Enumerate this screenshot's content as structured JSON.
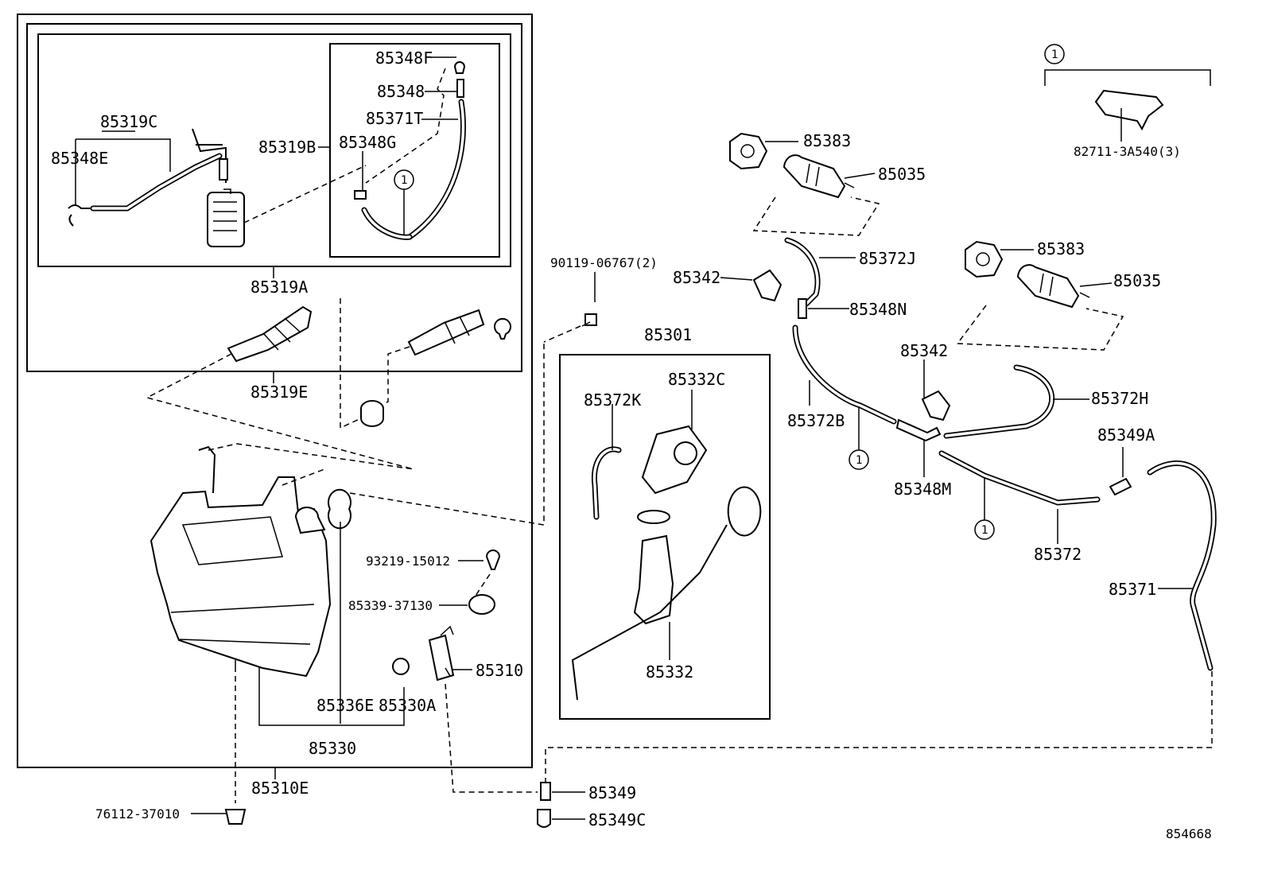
{
  "parts": {
    "p85348F": "85348F",
    "p85348": "85348",
    "p85371T": "85371T",
    "p85319C": "85319C",
    "p85319B": "85319B",
    "p85348G": "85348G",
    "p85348E": "85348E",
    "p85319A": "85319A",
    "p85319E": "85319E",
    "p90119": "90119-06767(2)",
    "p85301": "85301",
    "p85372K": "85372K",
    "p85332C": "85332C",
    "p85332": "85332",
    "p93219": "93219-15012",
    "p85339": "85339-37130",
    "p85310": "85310",
    "p85336E": "85336E",
    "p85330A": "85330A",
    "p85330": "85330",
    "p85310E": "85310E",
    "p76112": "76112-37010",
    "p85349": "85349",
    "p85349C": "85349C",
    "p85383a": "85383",
    "p85035a": "85035",
    "p85342a": "85342",
    "p85372J": "85372J",
    "p85348N": "85348N",
    "p85383b": "85383",
    "p85035b": "85035",
    "p85342b": "85342",
    "p85372B": "85372B",
    "p85372H": "85372H",
    "p85349A": "85349A",
    "p85348M": "85348M",
    "p85372": "85372",
    "p85371": "85371",
    "p82711": "82711-3A540(3)"
  },
  "callouts": {
    "ref1": "1"
  },
  "diagram_id": "854668"
}
